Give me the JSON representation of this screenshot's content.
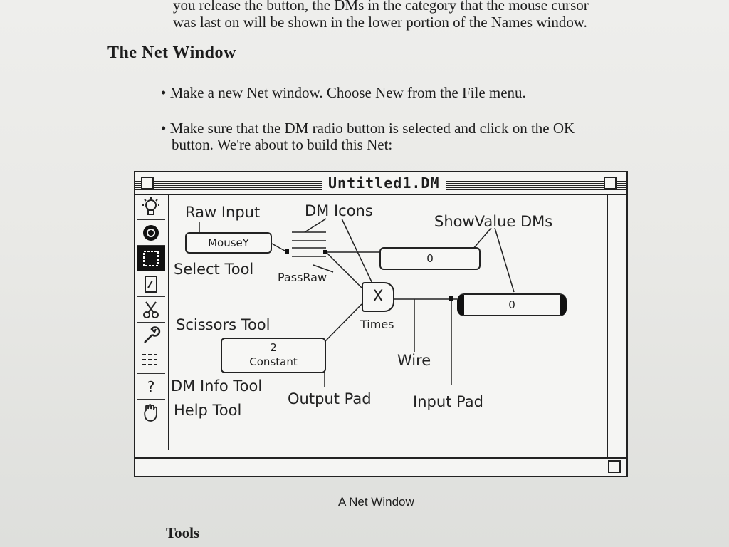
{
  "page": {
    "top_text_line1": "you release the button, the DMs in the category that the mouse cursor",
    "top_text_line2": "was last on will be shown in the lower portion of the Names window.",
    "section_title": "The Net Window",
    "bullet1": "Make a new Net window. Choose New from the File menu.",
    "bullet2_line1": "Make sure that the DM radio button is selected and click on the OK",
    "bullet2_line2": "button. We're about to build this Net:",
    "caption": "A Net Window",
    "bottom_heading": "Tools"
  },
  "window": {
    "title": "Untitled1.DM"
  },
  "diagram": {
    "labels": {
      "raw_input": "Raw Input",
      "dm_icons": "DM Icons",
      "showvalue_dms": "ShowValue DMs",
      "select_tool": "Select Tool",
      "passraw": "PassRaw",
      "scissors_tool": "Scissors Tool",
      "times": "Times",
      "wire": "Wire",
      "dm_info_tool": "DM Info Tool",
      "output_pad": "Output Pad",
      "input_pad": "Input Pad",
      "help_tool": "Help Tool"
    },
    "boxes": {
      "mousey": "MouseY",
      "showvalue1": "0",
      "showvalue2": "0",
      "constant_value": "2",
      "constant_label": "Constant",
      "times_symbol": "X"
    }
  },
  "icons": {
    "tool1": "lightbulb-icon",
    "tool2": "dm-palette-icon",
    "tool3": "select-tool-icon",
    "tool4": "document-icon",
    "tool5": "scissors-icon",
    "tool6": "wrench-icon",
    "tool7": "info-grid-icon",
    "tool8": "question-mark-icon",
    "tool9": "hand-icon"
  }
}
